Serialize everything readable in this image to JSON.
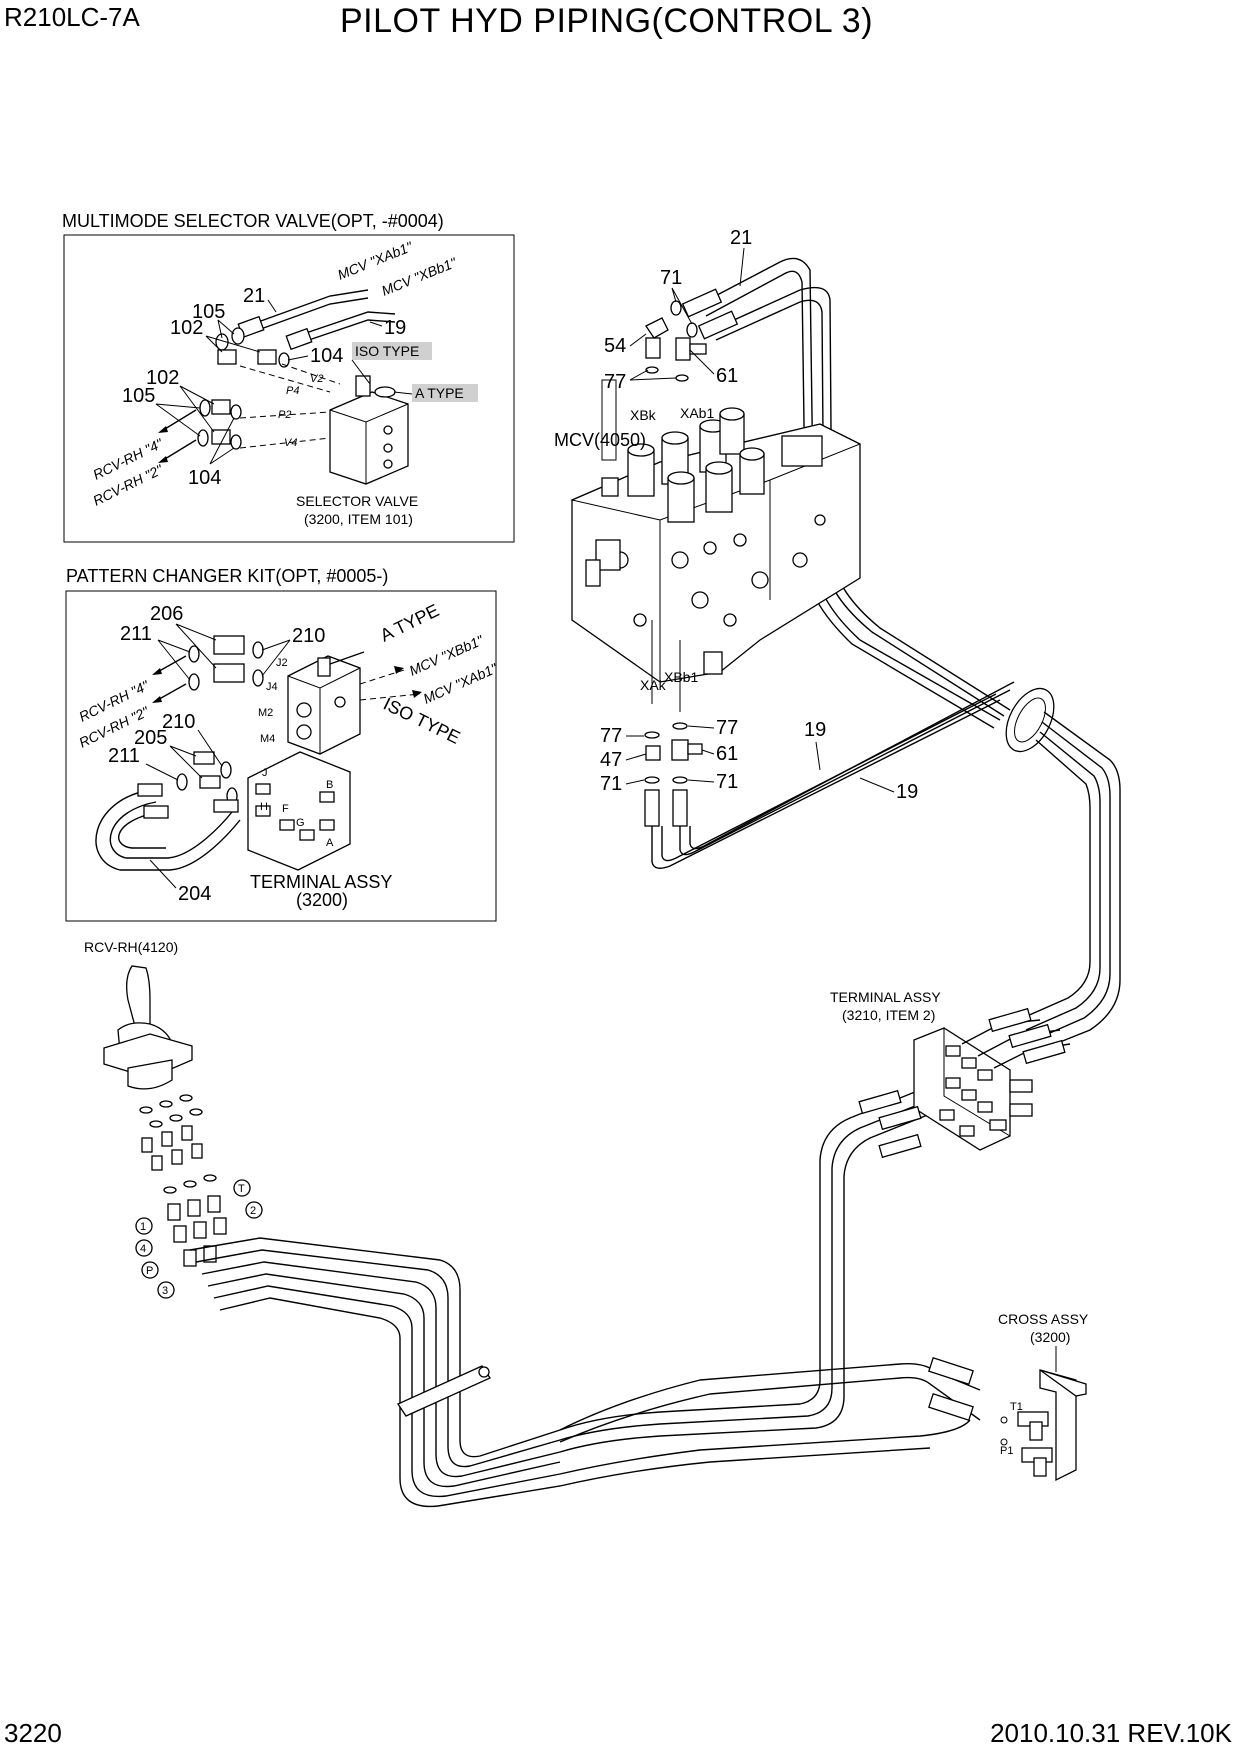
{
  "header": {
    "model": "R210LC-7A",
    "title": "PILOT HYD PIPING(CONTROL 3)"
  },
  "footer": {
    "page_number": "3220",
    "revision": "2010.10.31 REV.10K"
  },
  "inset_multimode": {
    "title": "MULTIMODE SELECTOR VALVE(OPT, -#0004)",
    "callouts": {
      "c21": "21",
      "c19": "19",
      "c105a": "105",
      "c102a": "102",
      "c104a": "104",
      "c102b": "102",
      "c105b": "105",
      "c104b": "104"
    },
    "hose_labels": {
      "mcv_xab1": "MCV \"XAb1\"",
      "mcv_xbb1": "MCV \"XBb1\""
    },
    "rcv_labels": {
      "rcv4": "RCV-RH \"4\"",
      "rcv2": "RCV-RH \"2\""
    },
    "port_labels": {
      "p4": "P4",
      "v2": "V2",
      "p2": "P2",
      "v4": "V4"
    },
    "type_tags": {
      "iso": "ISO TYPE",
      "a": "A TYPE"
    },
    "valve_caption_1": "SELECTOR VALVE",
    "valve_caption_2": "(3200, ITEM 101)"
  },
  "inset_pattern": {
    "title": "PATTERN CHANGER KIT(OPT, #0005-)",
    "callouts": {
      "c206": "206",
      "c211a": "211",
      "c210a": "210",
      "c210b": "210",
      "c205": "205",
      "c211b": "211",
      "c204": "204"
    },
    "hose_labels": {
      "mcv_xbb1": "MCV \"XBb1\"",
      "mcv_xab1": "MCV \"XAb1\""
    },
    "rcv_labels": {
      "rcv4": "RCV-RH \"4\"",
      "rcv2": "RCV-RH \"2\""
    },
    "port_labels": {
      "j2": "J2",
      "j4": "J4",
      "m2": "M2",
      "m4": "M4",
      "j": "J",
      "h": "H",
      "f": "F",
      "b": "B",
      "g": "G",
      "a": "A"
    },
    "type_tags": {
      "a": "A TYPE",
      "iso": "ISO TYPE"
    },
    "terminal_caption_1": "TERMINAL ASSY",
    "terminal_caption_2": "(3200)"
  },
  "main": {
    "callouts": {
      "c21": "21",
      "c71a": "71",
      "c54": "54",
      "c61a": "61",
      "c77a": "77",
      "c77b": "77",
      "c77c": "77",
      "c61b": "61",
      "c47": "47",
      "c71b": "71",
      "c71c": "71",
      "c19a": "19",
      "c19b": "19"
    },
    "port_labels": {
      "xbk": "XBk",
      "xab1": "XAb1",
      "xak": "XAk",
      "xbb1": "XBb1"
    },
    "mcv_label": "MCV(4050)",
    "rcv_label": "RCV-RH(4120)",
    "rcv_ports": {
      "p1": "1",
      "p4": "4",
      "pp": "P",
      "p3": "3",
      "pt": "T",
      "p2": "2"
    },
    "terminal_caption_1": "TERMINAL ASSY",
    "terminal_caption_2": "(3210, ITEM 2)",
    "cross_caption_1": "CROSS ASSY",
    "cross_caption_2": "(3200)",
    "cross_ports": {
      "t1": "T1",
      "p1": "P1"
    }
  }
}
